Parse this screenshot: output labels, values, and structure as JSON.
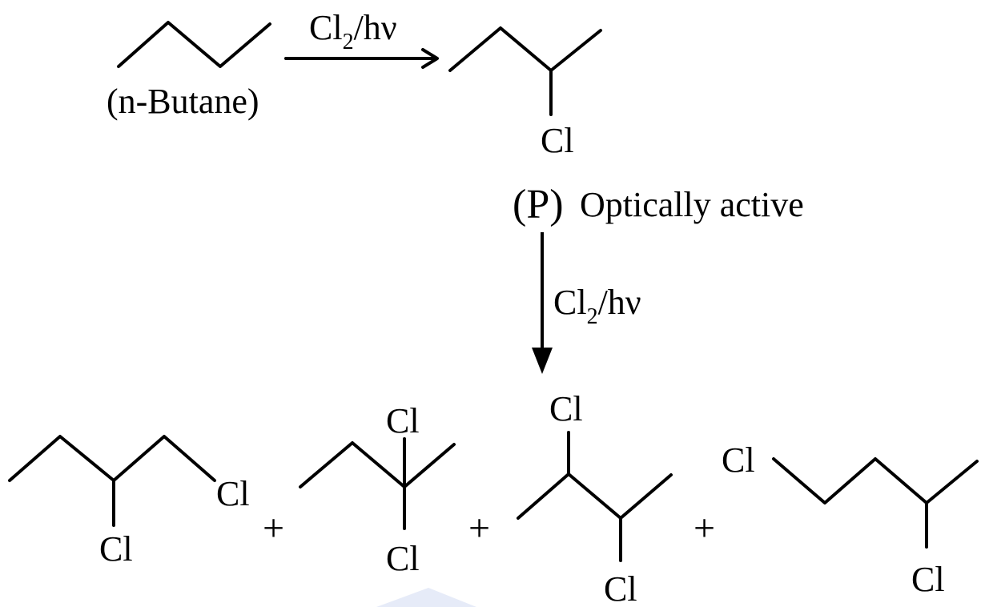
{
  "reactant": {
    "name": "(n-Butane)"
  },
  "step1": {
    "reagent": "Cl",
    "reagent_sub": "2",
    "reagent_tail": "/hν"
  },
  "product_p": {
    "atom": "Cl",
    "tag": "(P)",
    "desc": "Optically active"
  },
  "step2": {
    "reagent": "Cl",
    "reagent_sub": "2",
    "reagent_tail": "/hν"
  },
  "products": {
    "p1": {
      "atom_a": "Cl",
      "atom_b": "Cl"
    },
    "p2": {
      "atom_a": "Cl",
      "atom_b": "Cl"
    },
    "p3": {
      "atom_a": "Cl",
      "atom_b": "Cl"
    },
    "p4": {
      "atom_a": "Cl",
      "atom_b": "Cl"
    },
    "plus": "+"
  }
}
